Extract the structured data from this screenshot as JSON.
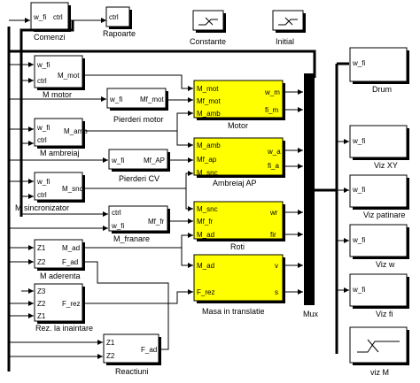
{
  "blocks": {
    "comenzi": {
      "label": "Comenzi",
      "ports_in": [
        "w_fi"
      ],
      "ports_out": [
        "ctrl"
      ]
    },
    "rapoarte": {
      "label": "Rapoarte",
      "ports_in": [
        "ctrl"
      ]
    },
    "constante": {
      "label": "Constante"
    },
    "initial": {
      "label": "Initial"
    },
    "m_motor": {
      "label": "M motor",
      "ports_in": [
        "w_fi",
        "ctrl"
      ],
      "ports_out": [
        "M_mot"
      ]
    },
    "pierderi_motor": {
      "label": "Pierderi motor",
      "ports_in": [
        "w_fi"
      ],
      "ports_out": [
        "Mf_mot"
      ]
    },
    "m_ambreiaj": {
      "label": "M ambreiaj",
      "ports_in": [
        "w_fi",
        "ctrl"
      ],
      "ports_out": [
        "M_amb"
      ]
    },
    "pierderi_cv": {
      "label": "Pierderi CV",
      "ports_in": [
        "w_fi"
      ],
      "ports_out": [
        "Mf_AP"
      ]
    },
    "m_sincronizator": {
      "label": "M sincronizator",
      "ports_in": [
        "w_fi",
        "ctrl"
      ],
      "ports_out": [
        "M_snc"
      ]
    },
    "m_franare": {
      "label": "M_franare",
      "ports_in": [
        "ctrl",
        "w_fi"
      ],
      "ports_out": [
        "Mf_fr"
      ]
    },
    "m_aderenta": {
      "label": "M aderenta",
      "ports_in": [
        "Z1",
        "Z2"
      ],
      "ports_out": [
        "M_ad",
        "F_ad"
      ]
    },
    "rez_inaintare": {
      "label": "Rez. la inaintare",
      "ports_in": [
        "Z3",
        "Z2",
        "Z1"
      ],
      "ports_out": [
        "F_rez"
      ]
    },
    "reactiuni": {
      "label": "Reactiuni",
      "ports_in": [
        "Z1",
        "Z2"
      ],
      "ports_out": [
        "F_ad"
      ]
    },
    "motor": {
      "label": "Motor",
      "ports_in": [
        "M_mot",
        "Mf_mot",
        "M_amb"
      ],
      "ports_out": [
        "w_m",
        "fi_m"
      ]
    },
    "ambreiaj_ap": {
      "label": "Ambreiaj AP",
      "ports_in": [
        "M_amb",
        "Mf_ap",
        "M_snc"
      ],
      "ports_out": [
        "w_a",
        "fi_a"
      ]
    },
    "roti": {
      "label": "Roti",
      "ports_in": [
        "M_snc",
        "Mf_fr",
        "M_ad"
      ],
      "ports_out": [
        "wr",
        "fir"
      ]
    },
    "masa": {
      "label": "Masa in translatie",
      "ports_in": [
        "M_ad",
        "F_rez"
      ],
      "ports_out": [
        "v",
        "s"
      ]
    },
    "mux": {
      "label": "Mux"
    },
    "drum": {
      "label": "Drum",
      "ports_in": [
        "w_fi"
      ]
    },
    "viz_xy": {
      "label": "Viz XY",
      "ports_in": [
        "w_fi"
      ]
    },
    "viz_patinare": {
      "label": "Viz patinare",
      "ports_in": [
        "w_fi"
      ]
    },
    "viz_w": {
      "label": "Viz w",
      "ports_in": [
        "w_fi"
      ]
    },
    "viz_fi": {
      "label": "Viz fi",
      "ports_in": [
        "w_fi"
      ]
    },
    "viz_m": {
      "label": "viz M"
    }
  }
}
